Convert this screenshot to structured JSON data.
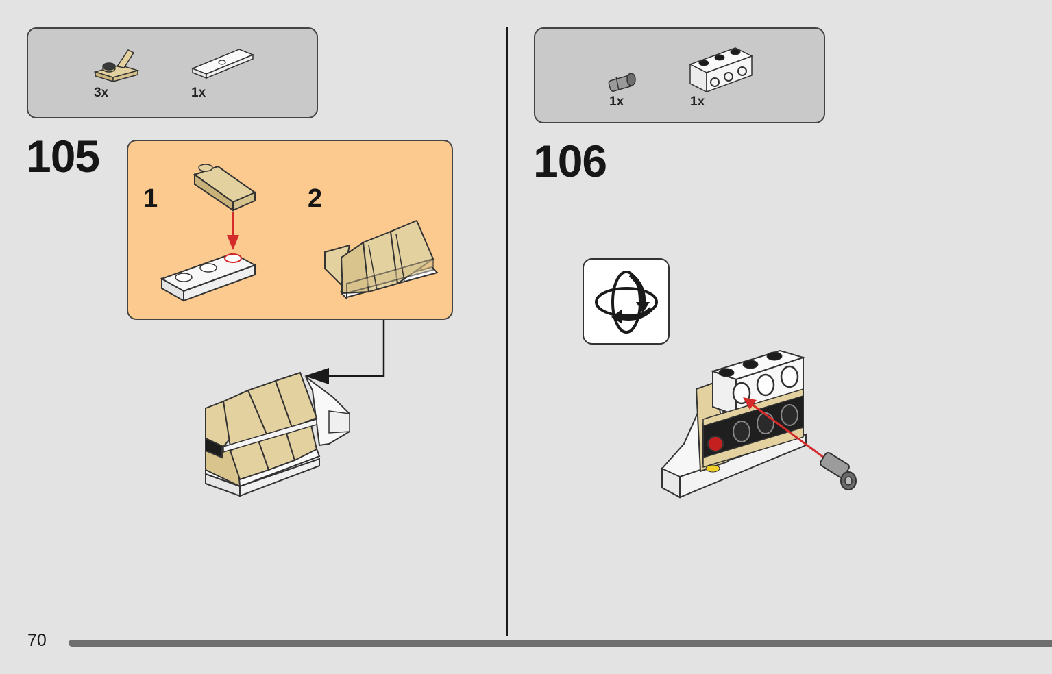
{
  "page": {
    "number": "70"
  },
  "steps": [
    {
      "number": "105",
      "parts": [
        {
          "qty": "3x",
          "icon": "tan-bracket-plate-icon"
        },
        {
          "qty": "1x",
          "icon": "white-plate-1x4-icon"
        }
      ],
      "substeps": [
        {
          "number": "1"
        },
        {
          "number": "2"
        }
      ]
    },
    {
      "number": "106",
      "parts": [
        {
          "qty": "1x",
          "icon": "gray-technic-pin-icon"
        },
        {
          "qty": "1x",
          "icon": "white-technic-brick-icon"
        }
      ],
      "rotate_icon": "rotate-model-icon"
    }
  ],
  "colors": {
    "background": "#e3e3e3",
    "parts_box": "#c9c9c9",
    "substep_box": "#fcc98e",
    "tan_brick": "#e3d19f",
    "arrow_red": "#d42a2a"
  }
}
